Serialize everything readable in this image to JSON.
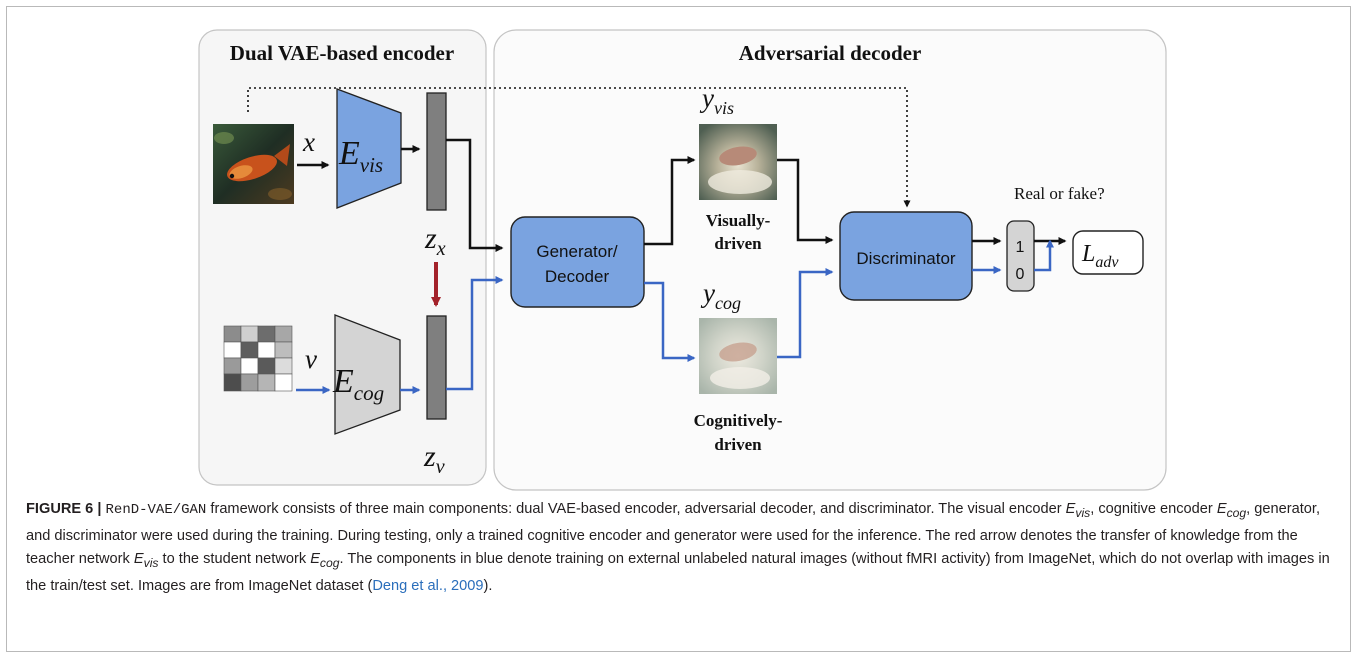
{
  "diagram": {
    "encoder_section_title": "Dual VAE-based encoder",
    "decoder_section_title": "Adversarial decoder",
    "encoder_vis": {
      "base": "E",
      "sub": "vis"
    },
    "encoder_cog": {
      "base": "E",
      "sub": "cog"
    },
    "input_x": "x",
    "input_v": "v",
    "latent_zx": {
      "base": "z",
      "sub": "x"
    },
    "latent_zv": {
      "base": "z",
      "sub": "v"
    },
    "generator_label_line1": "Generator/",
    "generator_label_line2": "Decoder",
    "y_vis": {
      "base": "y",
      "sub": "vis"
    },
    "y_cog": {
      "base": "y",
      "sub": "cog"
    },
    "visually_driven_line1": "Visually-",
    "visually_driven_line2": "driven",
    "cognitively_driven_line1": "Cognitively-",
    "cognitively_driven_line2": "driven",
    "discriminator_label": "Discriminator",
    "real_or_fake": "Real or fake?",
    "output_1": "1",
    "output_0": "0",
    "loss": {
      "base": "L",
      "sub": "adv"
    },
    "colors": {
      "blue_box": "#7aa3e0",
      "blue_arrow": "#3a66c4",
      "red_arrow": "#a3222a",
      "gray_bar": "#7f7f7f",
      "light_gray": "#d4d4d4"
    }
  },
  "caption": {
    "label": "FIGURE 6 |",
    "model_name": "RenD-VAE/GAN",
    "part1": " framework consists of three main components: dual VAE-based encoder, adversarial decoder, and discriminator. The visual encoder ",
    "evis": {
      "base": "E",
      "sub": "vis"
    },
    "part2": ", cognitive encoder ",
    "ecog": {
      "base": "E",
      "sub": "cog"
    },
    "part3": ", generator, and discriminator were used during the training. During testing, only a trained cognitive encoder and generator were used for the inference. The red arrow denotes the transfer of knowledge from the teacher network ",
    "part4": " to the student network ",
    "part5": ". The components in blue denote training on external unlabeled natural images (without fMRI activity) from ImageNet, which do not overlap with images in the train/test set. Images are from ImageNet dataset (",
    "citation": "Deng et al., 2009",
    "part6": ")."
  }
}
